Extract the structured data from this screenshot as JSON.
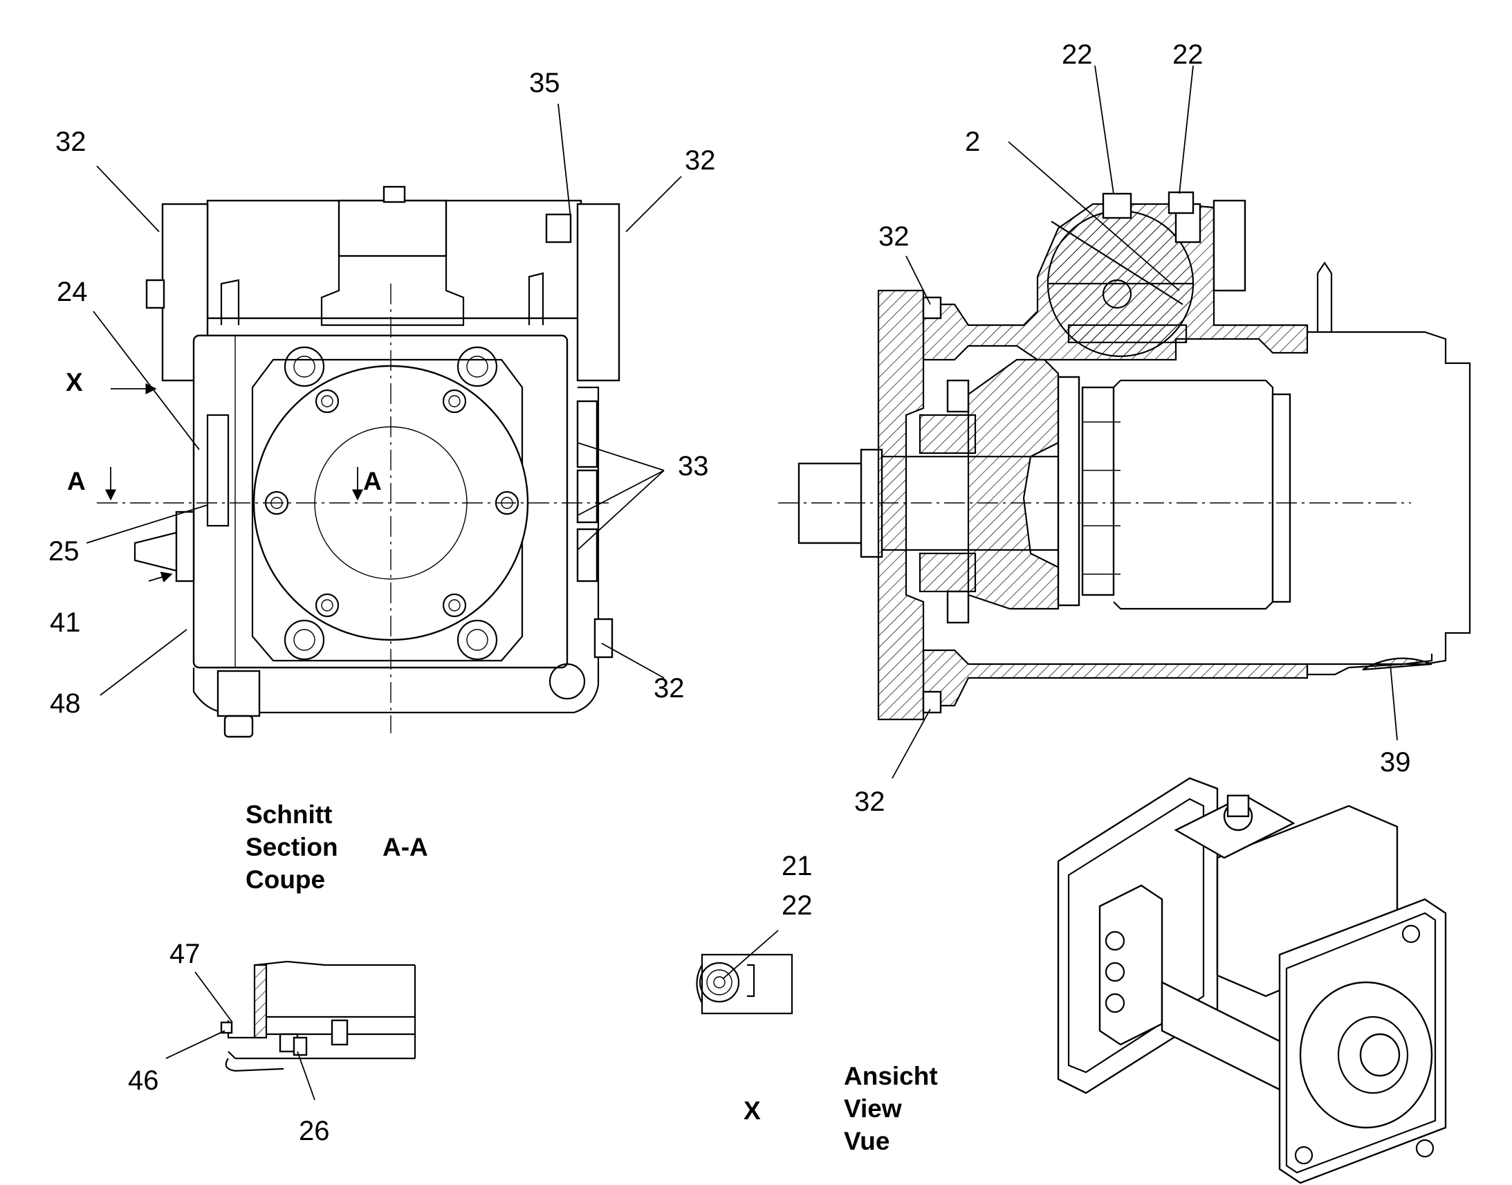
{
  "callouts": {
    "c35": "35",
    "c32_top_left": "32",
    "c32_top_right": "32",
    "c24": "24",
    "c33": "33",
    "c25": "25",
    "c41": "41",
    "c48": "48",
    "c32_bottom_front": "32",
    "c2": "2",
    "c22_left": "22",
    "c22_right": "22",
    "c32_section_top": "32",
    "c32_section_bottom": "32",
    "c39": "39",
    "c21": "21",
    "c22_view": "22",
    "c47": "47",
    "c46": "46",
    "c26": "26"
  },
  "markers": {
    "x_arrow": "X",
    "a_left": "A",
    "a_right": "A",
    "view_x": "X"
  },
  "section_label": {
    "de": "Schnitt",
    "en": "Section",
    "fr": "Coupe",
    "id": "A-A"
  },
  "view_label": {
    "de": "Ansicht",
    "en": "View",
    "fr": "Vue"
  }
}
